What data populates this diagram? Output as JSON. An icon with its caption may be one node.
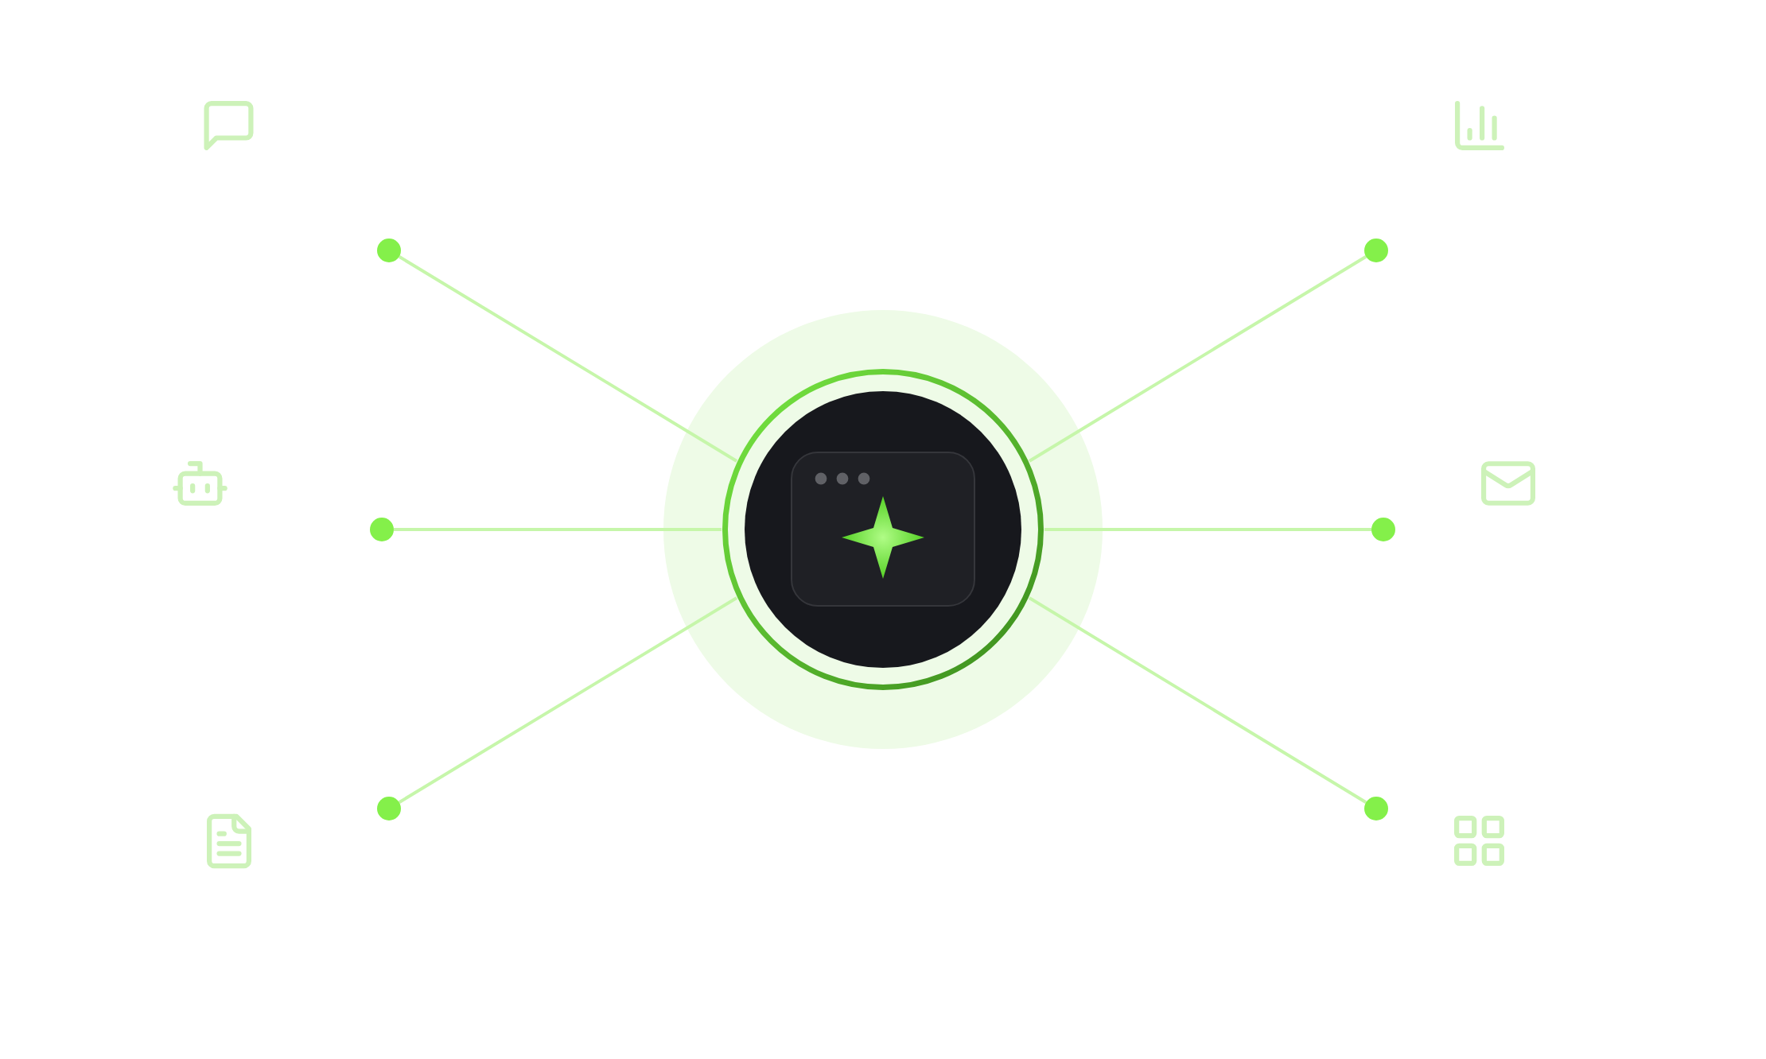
{
  "diagram": {
    "nodes": [
      {
        "text": [],
        "shape": "circle"
      },
      {
        "text": [],
        "shape": "circle"
      },
      {
        "text": [],
        "shape": "circle"
      },
      {
        "text": [],
        "shape": "circle"
      },
      {
        "text": [],
        "shape": "circle"
      },
      {
        "text": [],
        "shape": "circle"
      },
      {
        "text": [],
        "shape": "circle"
      }
    ],
    "edges": [
      {
        "from": 0,
        "to": 1,
        "arrow": "none"
      },
      {
        "from": 0,
        "to": 2,
        "arrow": "none"
      },
      {
        "from": 0,
        "to": 3,
        "arrow": "none"
      },
      {
        "from": 0,
        "to": 4,
        "arrow": "none"
      },
      {
        "from": 0,
        "to": 5,
        "arrow": "none"
      },
      {
        "from": 0,
        "to": 6,
        "arrow": "none"
      }
    ]
  }
}
